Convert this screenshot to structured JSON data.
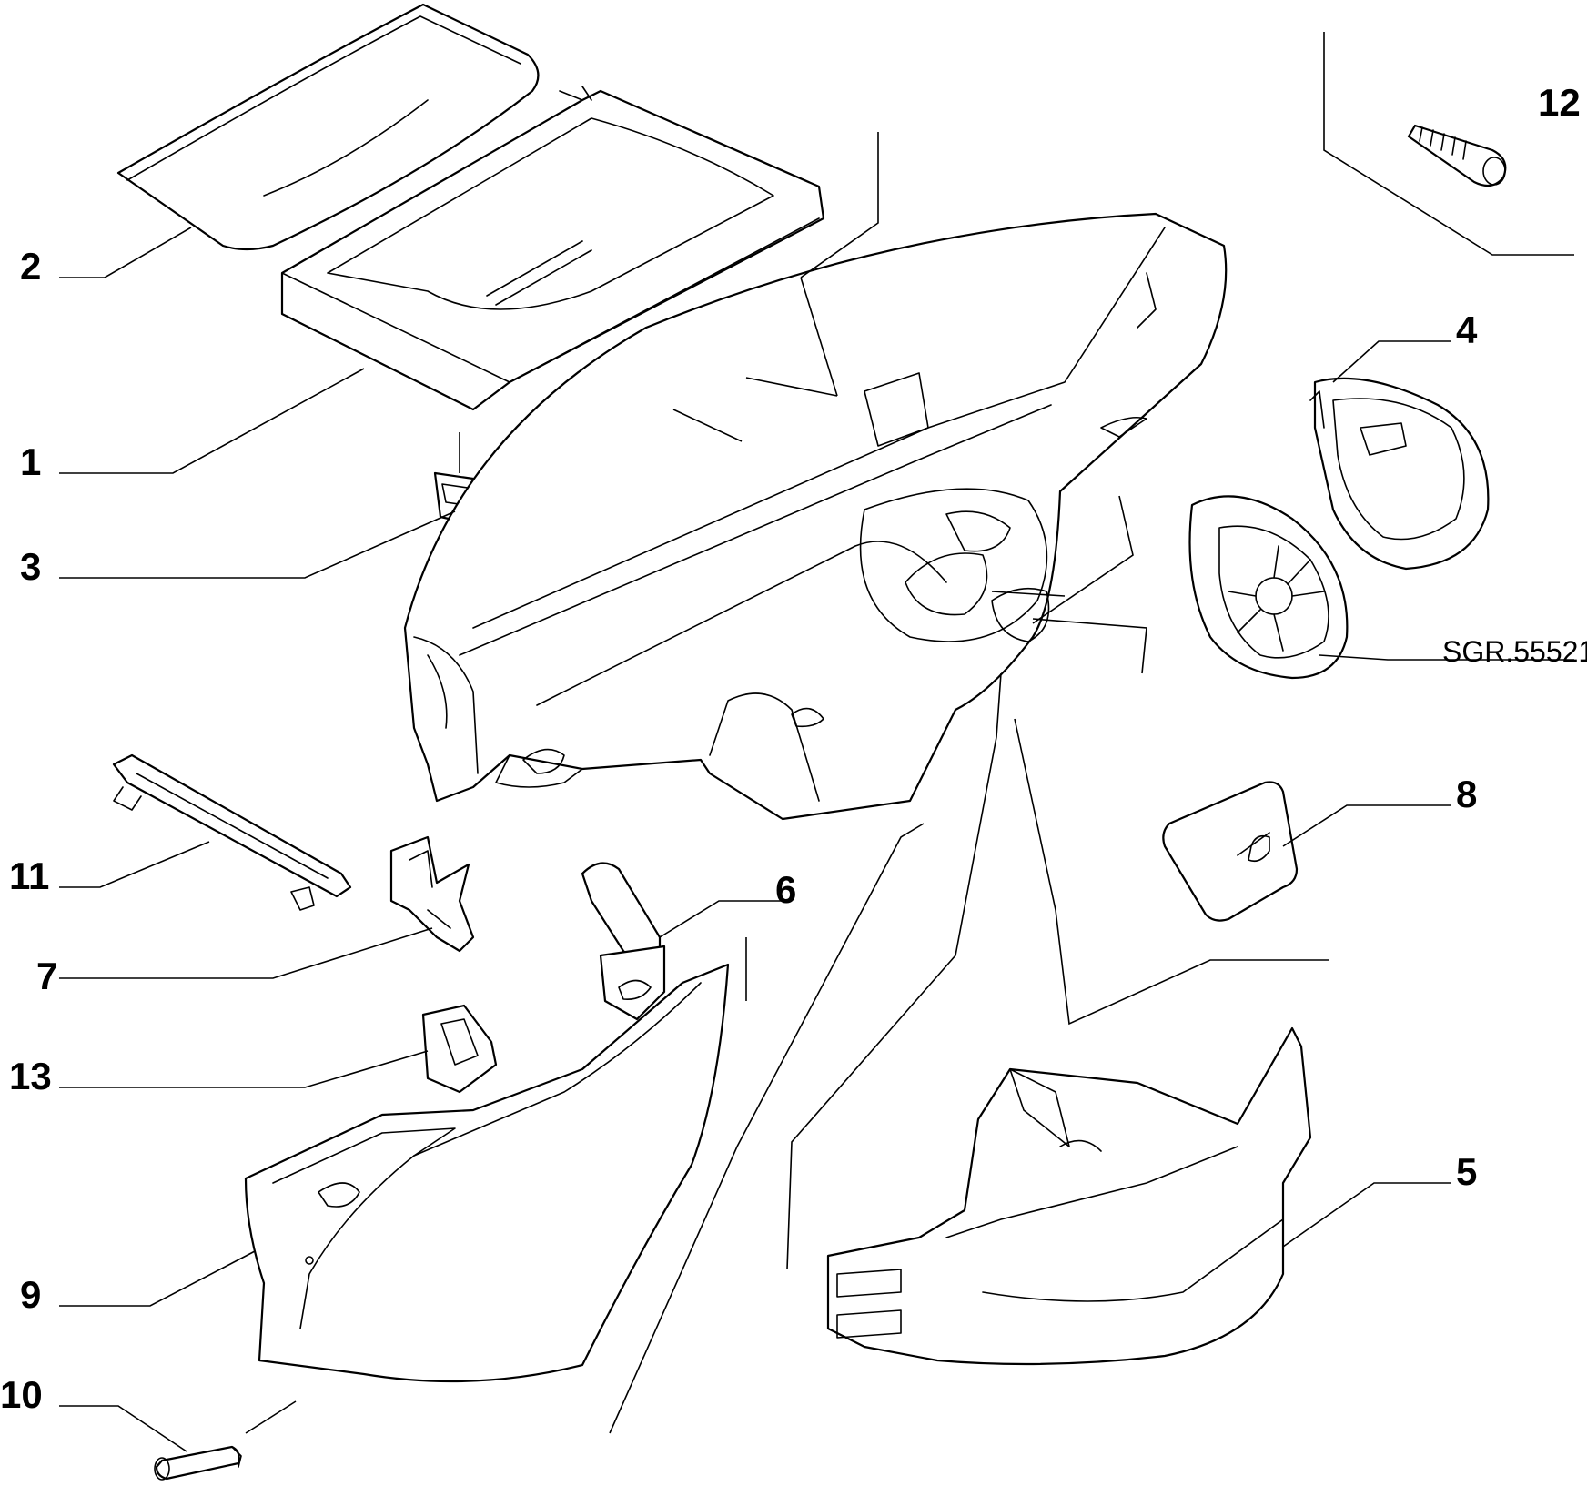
{
  "callouts": {
    "c1": "1",
    "c2": "2",
    "c3": "3",
    "c4": "4",
    "c5": "5",
    "c6": "6",
    "c7": "7",
    "c8": "8",
    "c9": "9",
    "c10": "10",
    "c11": "11",
    "c12": "12",
    "c13": "13"
  },
  "reference_code": "SGR.55521",
  "colors": {
    "ink": "#000000",
    "paper": "#ffffff"
  }
}
